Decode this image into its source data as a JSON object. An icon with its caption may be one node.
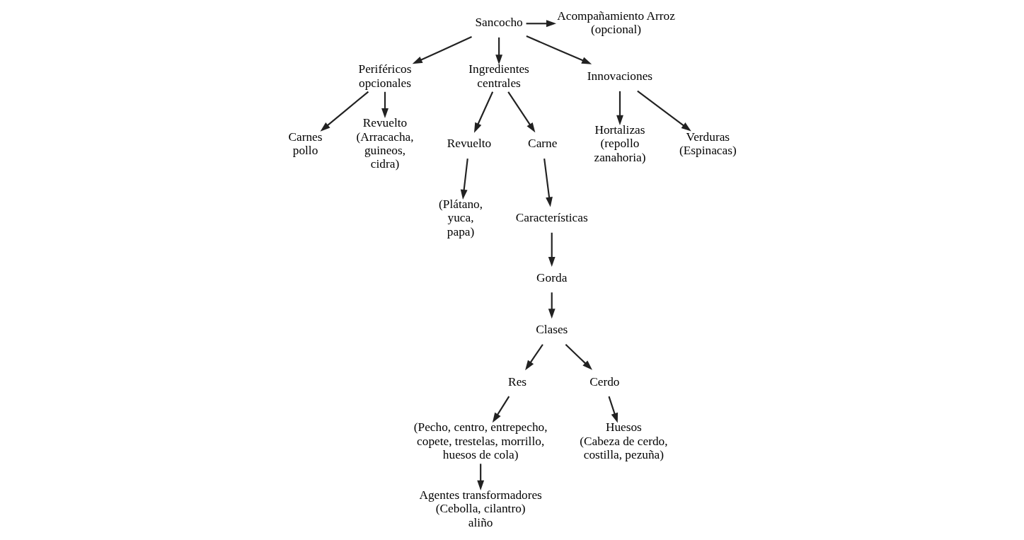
{
  "diagram": {
    "nodes": [
      {
        "text": [
          "Sancocho"
        ]
      },
      {
        "text": [
          "Acompañamiento Arroz (opcional)"
        ]
      },
      {
        "text": [
          "Periféricos opcionales"
        ]
      },
      {
        "text": [
          "Ingredientes centrales"
        ]
      },
      {
        "text": [
          "Innovaciones"
        ]
      },
      {
        "text": [
          "Carnes pollo"
        ]
      },
      {
        "text": [
          "Revuelto",
          "(Arracacha, guineos, cidra)"
        ]
      },
      {
        "text": [
          "Revuelto"
        ]
      },
      {
        "text": [
          "Carne"
        ]
      },
      {
        "text": [
          "Hortalizas",
          "(repollo zanahoria)"
        ]
      },
      {
        "text": [
          "Verduras",
          "(Espinacas)"
        ]
      },
      {
        "text": [
          "(Plátano, yuca, papa)"
        ]
      },
      {
        "text": [
          "Características"
        ]
      },
      {
        "text": [
          "Gorda"
        ]
      },
      {
        "text": [
          "Clases"
        ]
      },
      {
        "text": [
          "Res"
        ]
      },
      {
        "text": [
          "Cerdo"
        ]
      },
      {
        "text": [
          "(Pecho, centro, entrepecho, copete, trestelas, morrillo, huesos de cola)"
        ]
      },
      {
        "text": [
          "Huesos",
          "(Cabeza de cerdo, costilla, pezuña)"
        ]
      },
      {
        "text": [
          "Agentes transformadores",
          "(Cebolla, cilantro) aliño"
        ]
      }
    ],
    "edges": [
      {
        "from": 0,
        "to": 1,
        "arrow": "to"
      },
      {
        "from": 0,
        "to": 2,
        "arrow": "to"
      },
      {
        "from": 0,
        "to": 3,
        "arrow": "to"
      },
      {
        "from": 0,
        "to": 4,
        "arrow": "to"
      },
      {
        "from": 2,
        "to": 5,
        "arrow": "to"
      },
      {
        "from": 2,
        "to": 6,
        "arrow": "to"
      },
      {
        "from": 3,
        "to": 7,
        "arrow": "to"
      },
      {
        "from": 3,
        "to": 8,
        "arrow": "to"
      },
      {
        "from": 4,
        "to": 9,
        "arrow": "to"
      },
      {
        "from": 4,
        "to": 10,
        "arrow": "to"
      },
      {
        "from": 7,
        "to": 11,
        "arrow": "to"
      },
      {
        "from": 8,
        "to": 12,
        "arrow": "to"
      },
      {
        "from": 12,
        "to": 13,
        "arrow": "to"
      },
      {
        "from": 13,
        "to": 14,
        "arrow": "to"
      },
      {
        "from": 14,
        "to": 15,
        "arrow": "to"
      },
      {
        "from": 14,
        "to": 16,
        "arrow": "to"
      },
      {
        "from": 15,
        "to": 17,
        "arrow": "to"
      },
      {
        "from": 16,
        "to": 18,
        "arrow": "to"
      },
      {
        "from": 17,
        "to": 19,
        "arrow": "to"
      }
    ]
  }
}
